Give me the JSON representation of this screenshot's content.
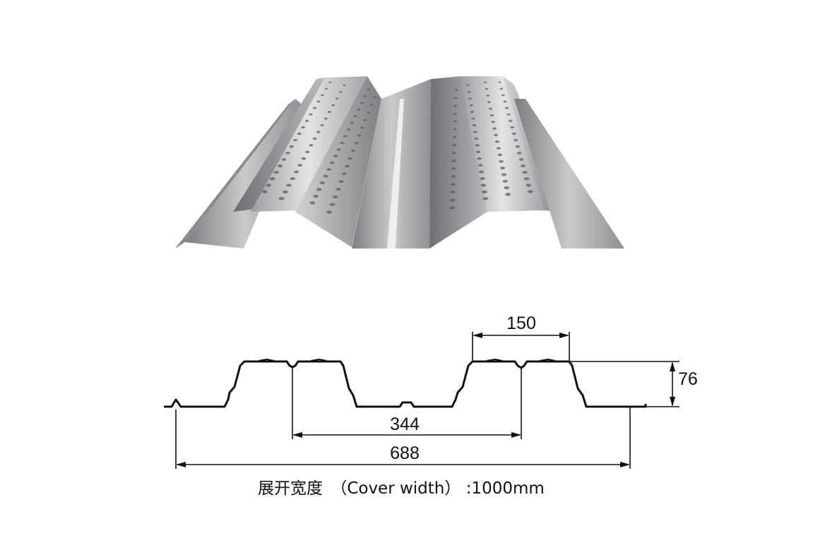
{
  "dimensions": {
    "rib_top_width": "150",
    "rib_height": "76",
    "rib_spacing": "344",
    "cover_pitch": "688"
  },
  "caption": {
    "chinese": "展开宽度",
    "english": "（Cover width）",
    "value": ":1000mm"
  },
  "colors": {
    "line": "#111111",
    "metal_light": "#d9dadb",
    "metal_mid": "#a6a8aa",
    "metal_dark": "#6b6d70"
  }
}
